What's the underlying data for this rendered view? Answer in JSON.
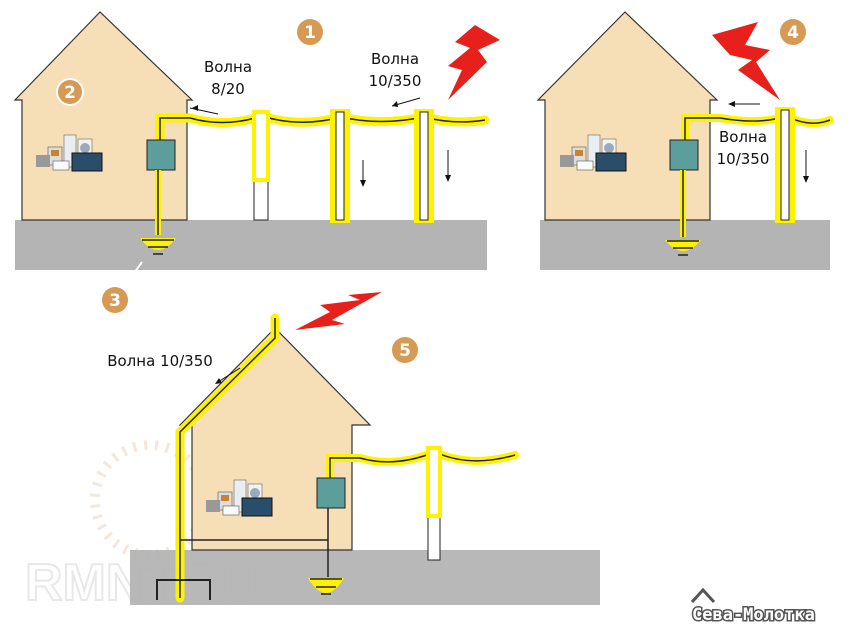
{
  "panels": [
    {
      "number": "1",
      "labels": [
        {
          "line1": "Волна",
          "line2": "8/20"
        },
        {
          "line1": "Волна",
          "line2": "10/350"
        }
      ]
    },
    {
      "number": "2"
    },
    {
      "number": "3"
    },
    {
      "number": "4",
      "labels": [
        {
          "line1": "Волна",
          "line2": "10/350"
        }
      ]
    },
    {
      "number": "5",
      "labels": [
        {
          "line1": "Волна 10/350"
        }
      ]
    }
  ],
  "watermark": "RMNT.RU",
  "logo": "Сева-Молотка",
  "colors": {
    "house": "#f6deb6",
    "ground": "#b4b4b4",
    "box": "#5d9d9c",
    "glow": "#fff200",
    "lightning": "#e8201c",
    "badge": "#d69a55"
  }
}
